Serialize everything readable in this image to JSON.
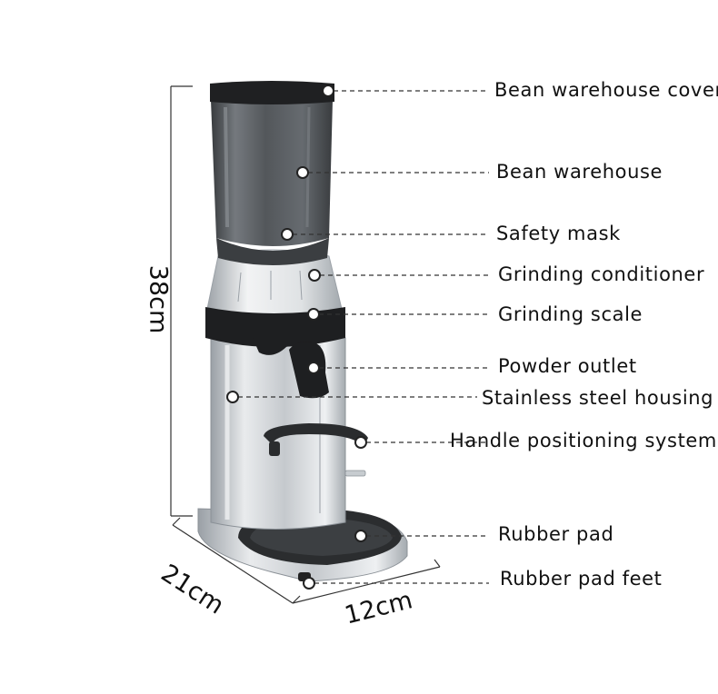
{
  "labels": {
    "bean_warehouse_cover": "Bean warehouse cover",
    "bean_warehouse": "Bean warehouse",
    "safety_mask": "Safety mask",
    "grinding_conditioner": "Grinding conditioner",
    "grinding_scale": "Grinding scale",
    "powder_outlet": "Powder outlet",
    "stainless_steel_housing": "Stainless steel housing",
    "handle_positioning_system": "Handle positioning system",
    "rubber_pad": "Rubber pad",
    "rubber_pad_feet": "Rubber pad feet"
  },
  "dimensions": {
    "height": "38cm",
    "depth": "21cm",
    "width": "12cm"
  },
  "colors": {
    "steel_light": "#dcdfe2",
    "steel_dark": "#8f959b",
    "hopper": "#3a3d40",
    "rubber": "#2b2d2f",
    "leader": "#333333"
  }
}
